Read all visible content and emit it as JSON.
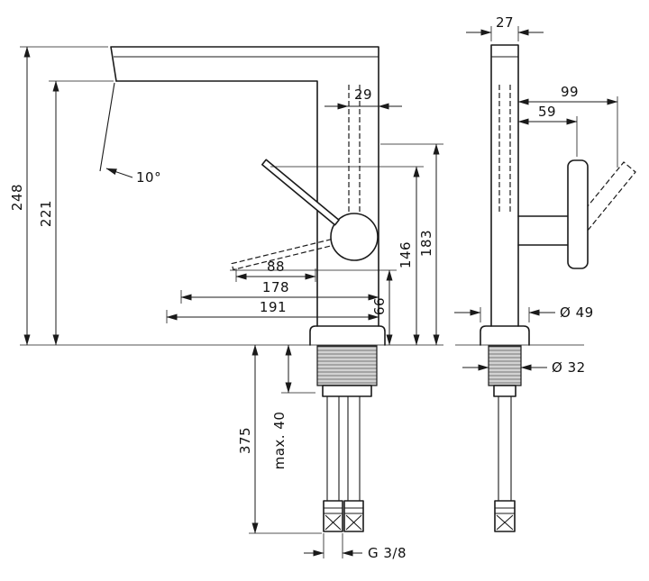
{
  "drawing": {
    "type": "faucet-installation-dimension-drawing",
    "colors": {
      "line": "#1a1a1a",
      "background": "#ffffff"
    },
    "dims": {
      "d248": "248",
      "d221": "221",
      "angle10": "10°",
      "d29": "29",
      "d88": "88",
      "d178": "178",
      "d191": "191",
      "d146": "146",
      "d183": "183",
      "d66": "66",
      "d375": "375",
      "max40": "max. 40",
      "thread_g38": "G 3/8",
      "d27": "27",
      "d99": "99",
      "d59": "59",
      "dia49": "Ø 49",
      "dia32": "Ø 32"
    }
  }
}
